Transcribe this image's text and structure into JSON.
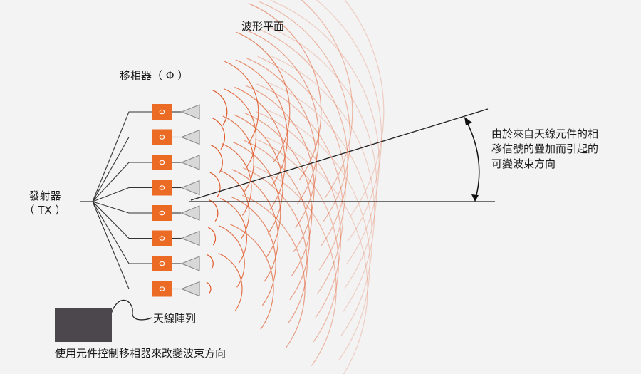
{
  "labels": {
    "wavefront_plane": "波形平面",
    "phase_shifter": "移相器（ Φ ）",
    "transmitter_line1": "發射器",
    "transmitter_line2": "（ TX ）",
    "antenna_array": "天線陣列",
    "steer_note_line1": "由於來自天線元件的相",
    "steer_note_line2": "移信號的疊加而引起的",
    "steer_note_line3": "可變波束方向",
    "control_note": "使用元件控制移相器來改變波束方向"
  },
  "elements": {
    "count": 8,
    "phase_symbol": "Φ"
  },
  "colors": {
    "background": "#f3f3f4",
    "phase_shifter": "#ec6b24",
    "wave": "#e05a2a",
    "line": "#333333",
    "antenna": "#888888",
    "controller": "#4b474d"
  }
}
